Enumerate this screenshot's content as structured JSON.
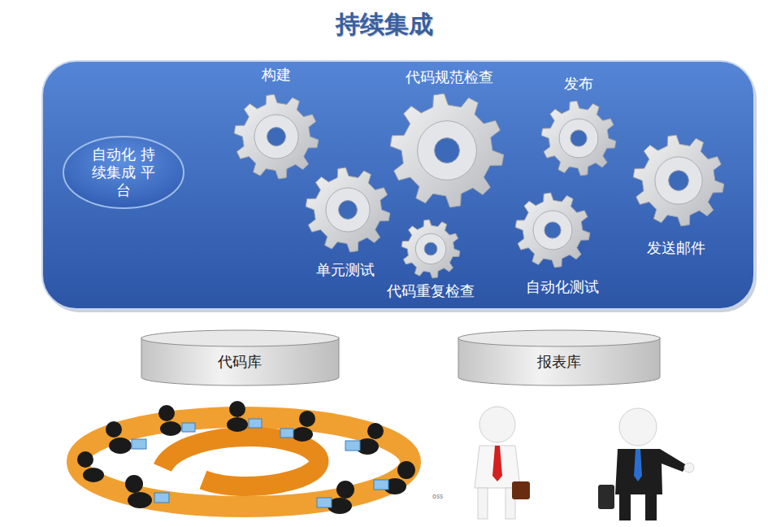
{
  "diagram": {
    "title": "持续集成",
    "nodes": [
      {
        "text": [
          "自动化 持续集成 平台"
        ]
      },
      {
        "text": [
          "构建"
        ]
      },
      {
        "text": [
          "代码规范检查"
        ]
      },
      {
        "text": [
          "发布"
        ]
      },
      {
        "text": [
          "发送邮件"
        ]
      },
      {
        "text": [
          "单元测试"
        ]
      },
      {
        "text": [
          "代码重复检查"
        ]
      },
      {
        "text": [
          "自动化测试"
        ]
      },
      {
        "text": [
          "代码库"
        ]
      },
      {
        "text": [
          "报表库"
        ]
      }
    ],
    "labels": [
      "oss"
    ]
  }
}
